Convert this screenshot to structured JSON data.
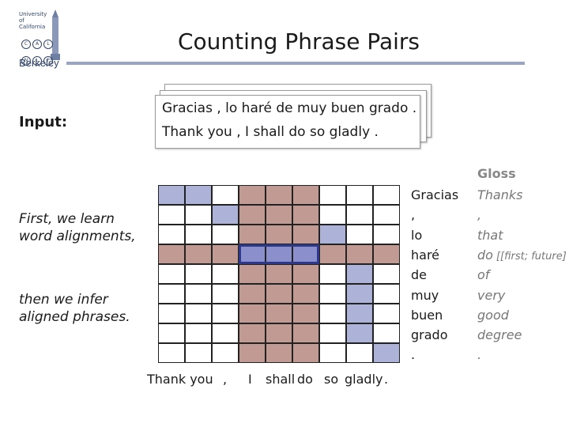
{
  "logo": {
    "university_line1": "University of",
    "university_line2": "California",
    "letters": [
      "C",
      "A",
      "L",
      "N",
      "L",
      "P"
    ],
    "berkeley": "Berkeley"
  },
  "title": "Counting Phrase Pairs",
  "input": {
    "label": "Input:",
    "spanish_sentence": "Gracias , lo haré de muy buen grado .",
    "english_sentence": "Thank you , I shall do so gladly ."
  },
  "narration": {
    "line1": "First, we learn",
    "line2": "word alignments,",
    "line3": "then we infer",
    "line4": "aligned phrases."
  },
  "colors": {
    "alignment_blue": "#adb2d8",
    "phrase_brown": "#c09a93",
    "highlight_blue": "#8b90cc",
    "highlight_border": "#2d3a8c"
  },
  "grid": {
    "rows": 9,
    "cols": 9,
    "alignment_cells": [
      [
        0,
        0
      ],
      [
        0,
        1
      ],
      [
        1,
        2
      ],
      [
        2,
        6
      ],
      [
        3,
        3
      ],
      [
        3,
        4
      ],
      [
        3,
        5
      ],
      [
        4,
        7
      ],
      [
        5,
        7
      ],
      [
        6,
        7
      ],
      [
        7,
        7
      ],
      [
        8,
        8
      ]
    ],
    "phrase_cols": [
      3,
      4,
      5
    ],
    "phrase_row": 3,
    "highlight": {
      "row": 3,
      "cols": [
        3,
        4,
        5
      ]
    }
  },
  "spanish_words": [
    "Gracias",
    ",",
    "lo",
    "haré",
    "de",
    "muy",
    "buen",
    "grado",
    "."
  ],
  "gloss_header": "Gloss",
  "gloss_words": [
    {
      "main": "Thanks",
      "sub": ""
    },
    {
      "main": ",",
      "sub": ""
    },
    {
      "main": "that",
      "sub": ""
    },
    {
      "main": "do",
      "sub": "[[first; future]"
    },
    {
      "main": "of",
      "sub": ""
    },
    {
      "main": "very",
      "sub": ""
    },
    {
      "main": "good",
      "sub": ""
    },
    {
      "main": "degree",
      "sub": ""
    },
    {
      "main": ".",
      "sub": ""
    }
  ],
  "english_words": [
    "Thank you",
    ",",
    "I",
    "shall",
    "do",
    "so",
    "gladly",
    "."
  ]
}
